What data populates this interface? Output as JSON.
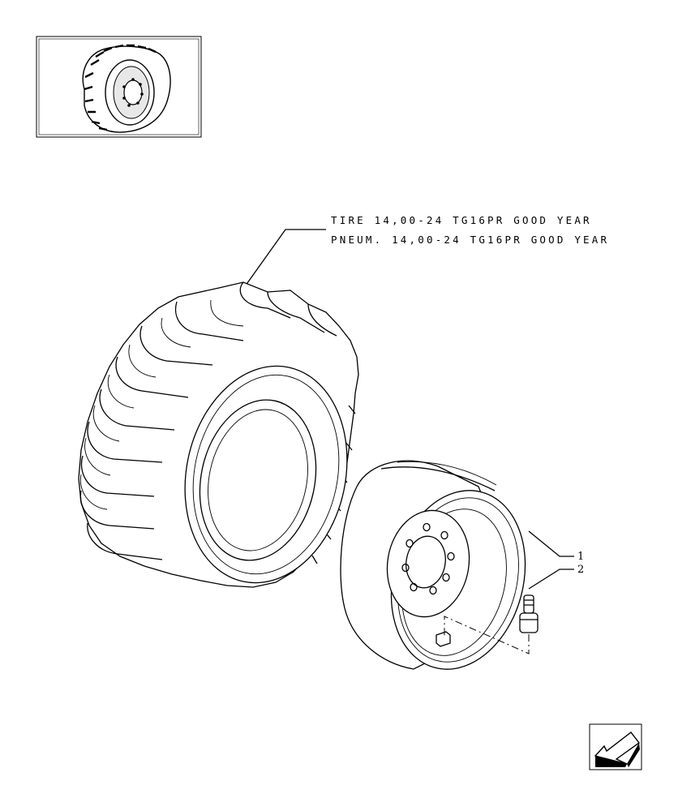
{
  "callout": {
    "line1": "TIRE 14,00-24 TG16PR GOOD YEAR",
    "line2": "PNEUM. 14,00-24 TG16PR GOOD YEAR"
  },
  "item_refs": [
    "1",
    "2"
  ],
  "icons": {
    "thumbnail": "wheel-thumbnail-icon",
    "nav": "next-page-arrow-icon"
  }
}
